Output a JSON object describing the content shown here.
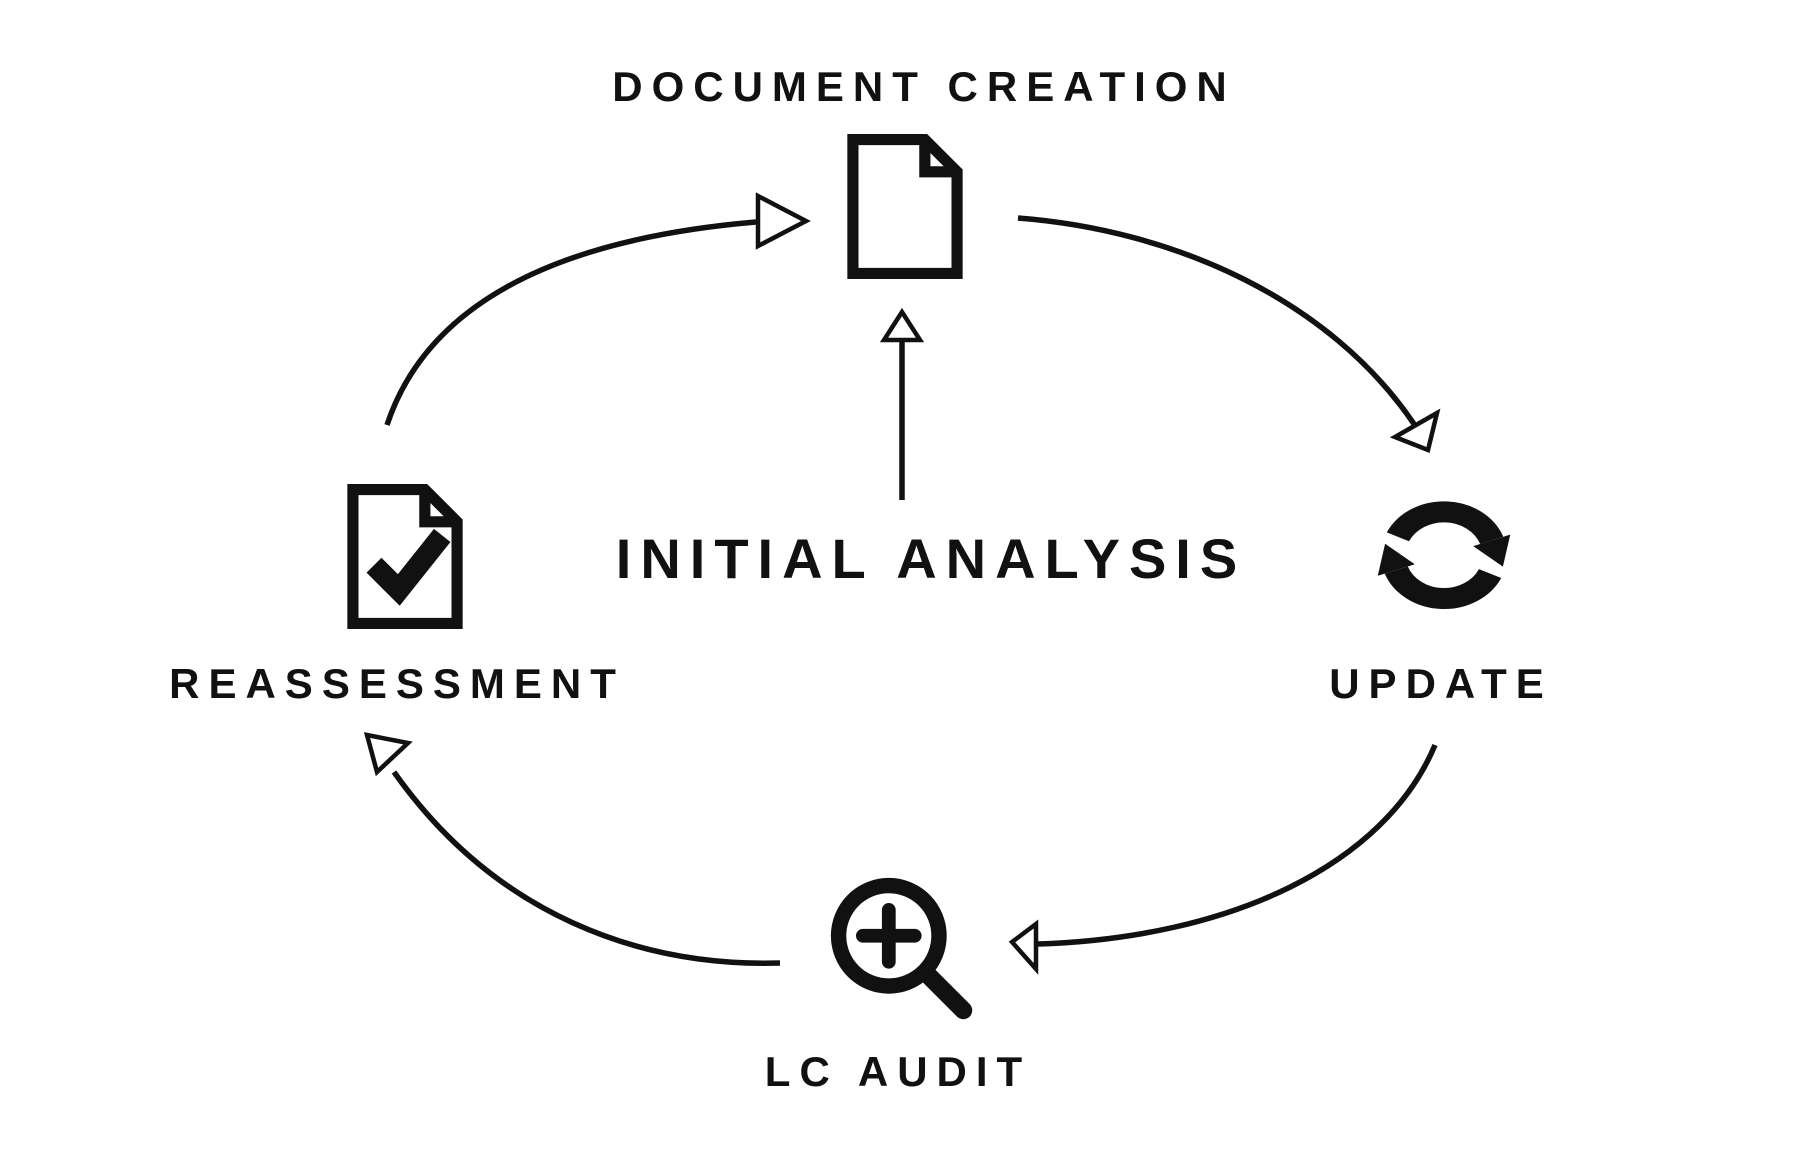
{
  "diagram": {
    "type": "cycle",
    "background": "#ffffff",
    "ink": "#111111",
    "center_label": "INITIAL ANALYSIS",
    "nodes": [
      {
        "label": "DOCUMENT CREATION",
        "icon": "document-icon",
        "position": "top"
      },
      {
        "label": "UPDATE",
        "icon": "sync-arrows-icon",
        "position": "right"
      },
      {
        "label": "LC AUDIT",
        "icon": "magnifier-zoom-in-icon",
        "position": "bottom"
      },
      {
        "label": "REASSESSMENT",
        "icon": "document-check-icon",
        "position": "left"
      }
    ],
    "flows": [
      {
        "from": "REASSESSMENT",
        "to": "DOCUMENT CREATION"
      },
      {
        "from": "DOCUMENT CREATION",
        "to": "UPDATE"
      },
      {
        "from": "UPDATE",
        "to": "LC AUDIT"
      },
      {
        "from": "LC AUDIT",
        "to": "REASSESSMENT"
      },
      {
        "from": "INITIAL ANALYSIS",
        "to": "DOCUMENT CREATION"
      }
    ]
  }
}
